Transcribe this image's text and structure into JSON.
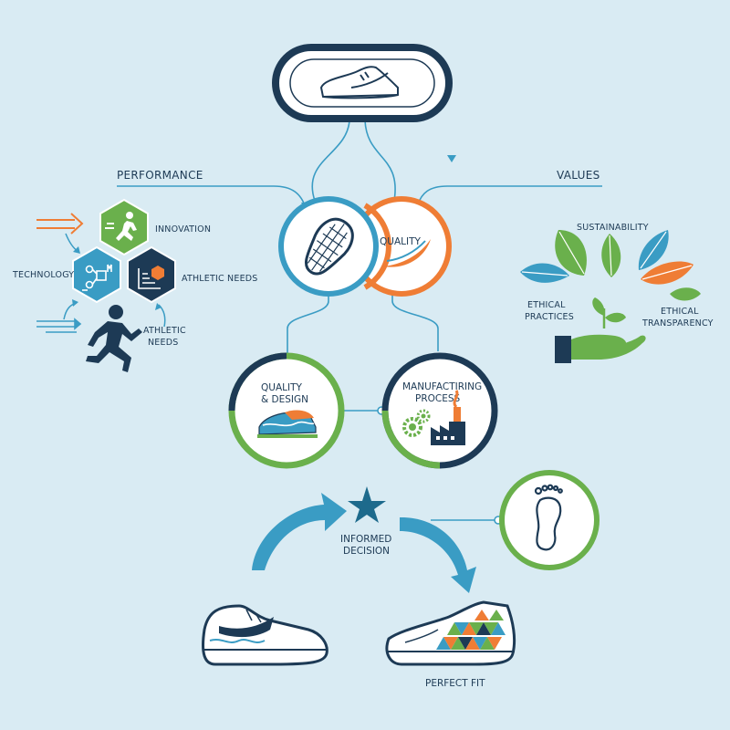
{
  "sections": {
    "performance": "PERFORMANCE",
    "values": "VALUES"
  },
  "center": {
    "quality": "QUALITY"
  },
  "performance_items": {
    "innovation": "INNOVATION",
    "technology": "TECHNOLOGY",
    "athletic_needs_hex": "ATHLETIC NEEDS",
    "athletic_needs_runner_1": "ATHLETIC",
    "athletic_needs_runner_2": "NEEDS"
  },
  "value_items": {
    "sustainability": "SUSTAINABILITY",
    "ethical_practices_1": "ETHICAL",
    "ethical_practices_2": "PRACTICES",
    "ethical_transparency_1": "ETHICAL",
    "ethical_transparency_2": "TRANSPARENCY"
  },
  "circles": {
    "quality_design_1": "QUALITY",
    "quality_design_2": "& DESIGN",
    "manufacturing_1": "MANUFACTIRING",
    "manufacturing_2": "PROCESS"
  },
  "decision": {
    "line1": "INFORMED",
    "line2": "DECISION"
  },
  "result": {
    "perfect_fit": "PERFECT FIT"
  },
  "colors": {
    "navy": "#1d3a55",
    "teal": "#3a9cc4",
    "green": "#6ab04c",
    "orange": "#ef7d35",
    "background": "#d9ebf3"
  },
  "icons": [
    "sneaker-icon",
    "shoe-sole-icon",
    "swoosh-icon",
    "runner-icon",
    "circuit-icon",
    "target-icon",
    "leaf-icon",
    "hand-with-plant-icon",
    "gears-icon",
    "factory-icon",
    "star-icon",
    "footprint-icon",
    "arrow-icon"
  ]
}
